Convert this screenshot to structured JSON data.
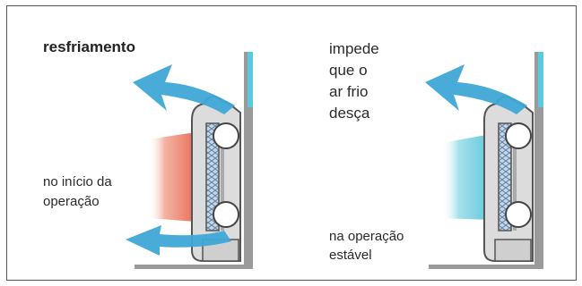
{
  "labels": {
    "title": "resfriamento",
    "left_caption": [
      "no início da",
      "operação"
    ],
    "right_top_caption": [
      "impede",
      "que o",
      "ar frio",
      "desça"
    ],
    "right_bottom_caption": [
      "na operação",
      "estável"
    ]
  },
  "colors": {
    "frame_border": "#555555",
    "wall": "#9a9a9a",
    "window_glass": "#5ec8dc",
    "air_flow_arrow": "#3fa6d6",
    "warm_air": "#e8705a",
    "cool_air": "#5ec8dc",
    "unit_body": "#7a7a7a",
    "unit_coil": "#6a8fb0"
  },
  "icons": {
    "left_unit": "fan-coil-unit-icon",
    "right_unit": "fan-coil-unit-icon"
  }
}
